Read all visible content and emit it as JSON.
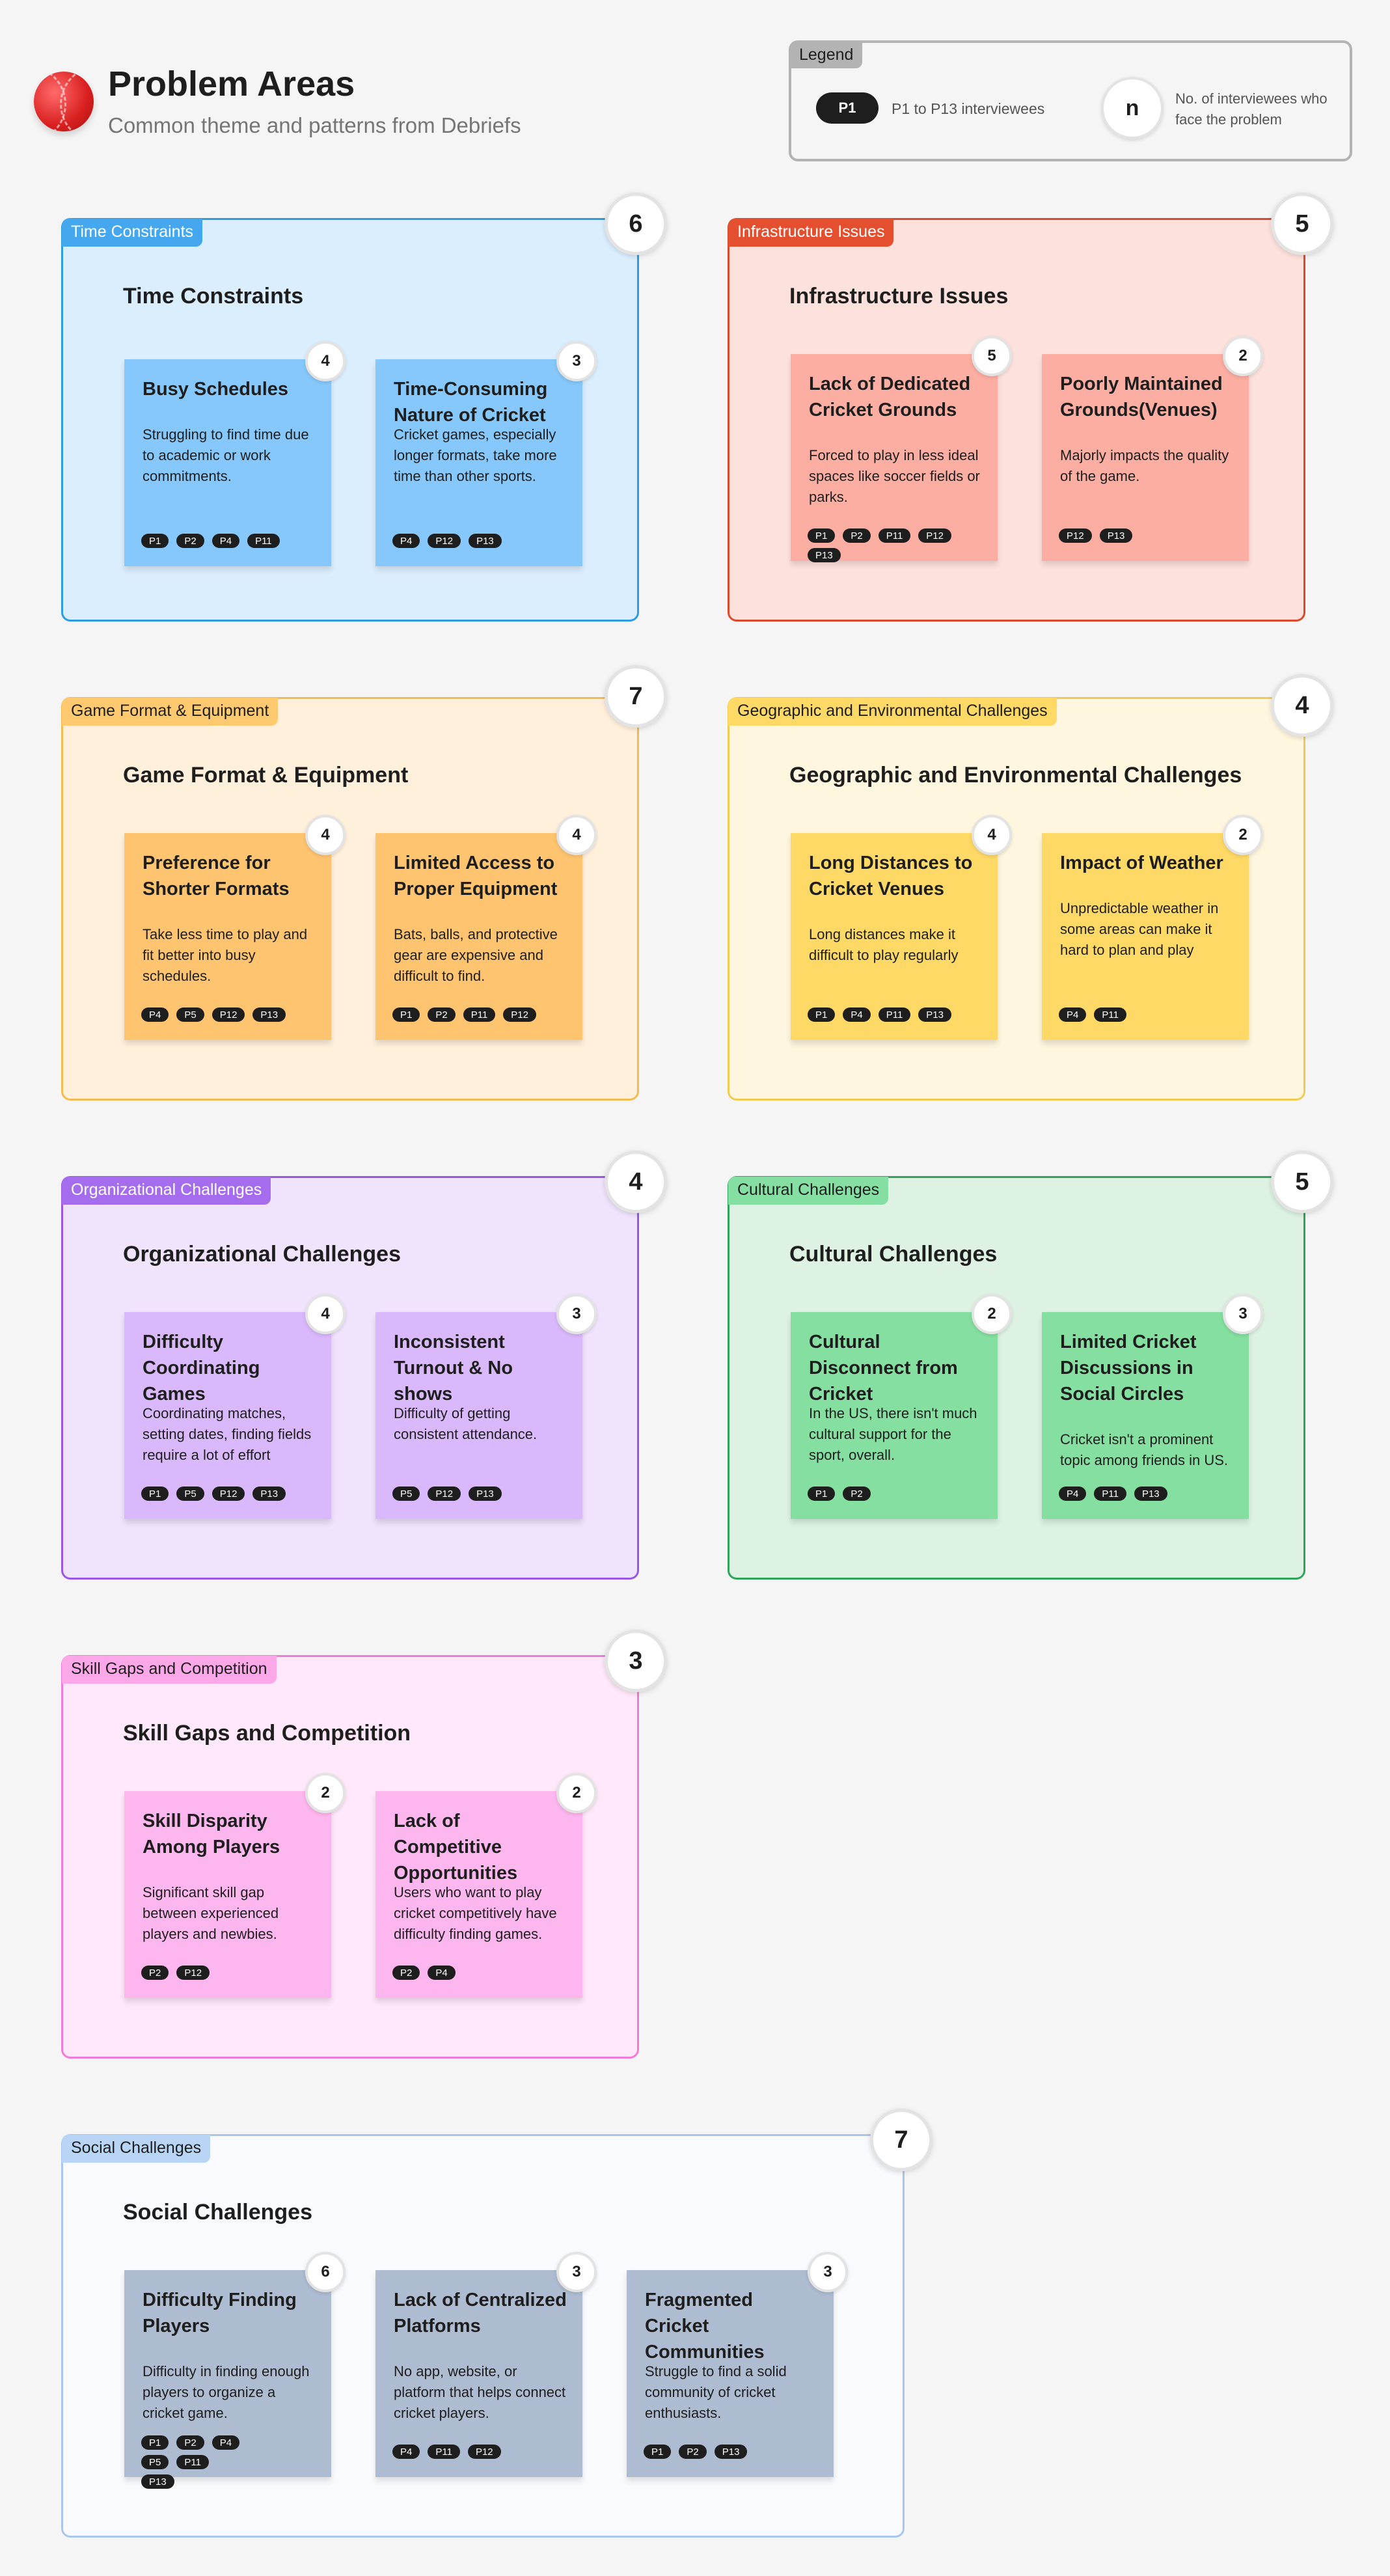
{
  "header": {
    "title": "Problem Areas",
    "subtitle": "Common theme and patterns from Debriefs"
  },
  "legend": {
    "label": "Legend",
    "pill_example": "P1",
    "pill_text": "P1 to P13 interviewees",
    "count_example": "n",
    "count_text": "No. of interviewees who face the problem"
  },
  "sections": [
    {
      "tag": "Time Constraints",
      "title": "Time Constraints",
      "count": "6",
      "colors": {
        "bg": "#dbeefd",
        "border": "#2b9de0",
        "tag_bg": "#45a8ef",
        "tag_fg": "#ffffff",
        "card": "#86c8fb"
      },
      "cards": [
        {
          "title": "Busy Schedules",
          "description": "Struggling to find time due to academic or work commitments.",
          "count": "4",
          "participants": [
            "P1",
            "P2",
            "P4",
            "P11"
          ]
        },
        {
          "title": "Time-Consuming Nature of Cricket",
          "description": "Cricket games, especially longer formats, take more time than other sports.",
          "count": "3",
          "participants": [
            "P4",
            "P12",
            "P13"
          ]
        }
      ]
    },
    {
      "tag": "Infrastructure Issues",
      "title": "Infrastructure Issues",
      "count": "5",
      "colors": {
        "bg": "#fde1dd",
        "border": "#dc4a2e",
        "tag_bg": "#e44f2f",
        "tag_fg": "#ffffff",
        "card": "#fcaea2"
      },
      "cards": [
        {
          "title": "Lack of Dedicated Cricket Grounds",
          "description": "Forced to play in less ideal spaces like soccer fields or parks.",
          "count": "5",
          "participants": [
            "P1",
            "P2",
            "P11",
            "P12",
            "P13"
          ]
        },
        {
          "title": "Poorly Maintained Grounds(Venues)",
          "description": "Majorly impacts the quality of the game.",
          "count": "2",
          "participants": [
            "P12",
            "P13"
          ]
        }
      ]
    },
    {
      "tag": "Game Format & Equipment",
      "title": "Game Format & Equipment",
      "count": "7",
      "colors": {
        "bg": "#fff0dc",
        "border": "#f2bc52",
        "tag_bg": "#ffc970",
        "tag_fg": "#1e1e1e",
        "card": "#ffc470"
      },
      "cards": [
        {
          "title": "Preference for Shorter Formats",
          "description": "Take less time to play and fit better into busy schedules.",
          "count": "4",
          "participants": [
            "P4",
            "P5",
            "P12",
            "P13"
          ]
        },
        {
          "title": "Limited Access to Proper Equipment",
          "description": "Bats, balls, and protective gear are expensive and difficult to find.",
          "count": "4",
          "participants": [
            "P1",
            "P2",
            "P11",
            "P12"
          ]
        }
      ]
    },
    {
      "tag": "Geographic and Environmental Challenges",
      "title": "Geographic and Environmental Challenges",
      "count": "4",
      "colors": {
        "bg": "#fff6df",
        "border": "#f1cc52",
        "tag_bg": "#ffd966",
        "tag_fg": "#1e1e1e",
        "card": "#ffd966"
      },
      "cards": [
        {
          "title": "Long Distances to Cricket Venues",
          "description": "Long distances make it difficult to play regularly",
          "count": "4",
          "participants": [
            "P1",
            "P4",
            "P11",
            "P13"
          ]
        },
        {
          "title": "Impact of Weather",
          "description": "Unpredictable weather in some areas can make it hard to plan and play",
          "count": "2",
          "participants": [
            "P4",
            "P11"
          ]
        }
      ]
    },
    {
      "tag": "Organizational Challenges",
      "title": "Organizational Challenges",
      "count": "4",
      "colors": {
        "bg": "#f0e3fc",
        "border": "#9a57e6",
        "tag_bg": "#a56cee",
        "tag_fg": "#ffffff",
        "card": "#d9b8fb"
      },
      "cards": [
        {
          "title": "Difficulty Coordinating Games",
          "description": "Coordinating matches, setting dates, finding fields require a lot of effort",
          "count": "4",
          "participants": [
            "P1",
            "P5",
            "P12",
            "P13"
          ]
        },
        {
          "title": "Inconsistent Turnout & No shows",
          "description": "Difficulty of getting consistent attendance.",
          "count": "3",
          "participants": [
            "P5",
            "P12",
            "P13"
          ]
        }
      ]
    },
    {
      "tag": "Cultural Challenges",
      "title": "Cultural Challenges",
      "count": "5",
      "colors": {
        "bg": "#ddf2e3",
        "border": "#2ea55a",
        "tag_bg": "#85dea2",
        "tag_fg": "#1e1e1e",
        "card": "#85dfa0"
      },
      "cards": [
        {
          "title": "Cultural Disconnect from Cricket",
          "description": "In the US, there isn't much cultural support for the sport, overall.",
          "count": "2",
          "participants": [
            "P1",
            "P2"
          ]
        },
        {
          "title": "Limited Cricket Discussions in Social Circles",
          "description": "Cricket isn't a prominent topic among friends in US.",
          "count": "3",
          "participants": [
            "P4",
            "P11",
            "P13"
          ]
        }
      ]
    },
    {
      "tag": "Skill Gaps and Competition",
      "title": "Skill Gaps and Competition",
      "count": "3",
      "colors": {
        "bg": "#fee8f9",
        "border": "#f07bd8",
        "tag_bg": "#fca8e8",
        "tag_fg": "#1e1e1e",
        "card": "#feb6ee"
      },
      "cards": [
        {
          "title": "Skill Disparity Among Players",
          "description": "Significant skill gap between experienced players and newbies.",
          "count": "2",
          "participants": [
            "P2",
            "P12"
          ]
        },
        {
          "title": "Lack of Competitive Opportunities",
          "description": "Users who want to play cricket competitively have difficulty finding games.",
          "count": "2",
          "participants": [
            "P2",
            "P4"
          ]
        }
      ]
    },
    {
      "tag": "Social Challenges",
      "title": "Social Challenges",
      "count": "7",
      "colors": {
        "bg": "#f8fafd",
        "border": "#a8c7ec",
        "tag_bg": "#b8d5f6",
        "tag_fg": "#1e1e1e",
        "card": "#aebcd2"
      },
      "cards": [
        {
          "title": "Difficulty Finding Players",
          "description": "Difficulty in finding enough players to organize a cricket game.",
          "count": "6",
          "participants": [
            "P1",
            "P2",
            "P4",
            "P5",
            "P11",
            "P13"
          ]
        },
        {
          "title": "Lack of Centralized Platforms",
          "description": "No app, website, or platform that helps connect cricket players.",
          "count": "3",
          "participants": [
            "P4",
            "P11",
            "P12"
          ]
        },
        {
          "title": "Fragmented Cricket Communities",
          "description": "Struggle to find a solid community of cricket enthusiasts.",
          "count": "3",
          "participants": [
            "P1",
            "P2",
            "P13"
          ]
        }
      ]
    }
  ]
}
